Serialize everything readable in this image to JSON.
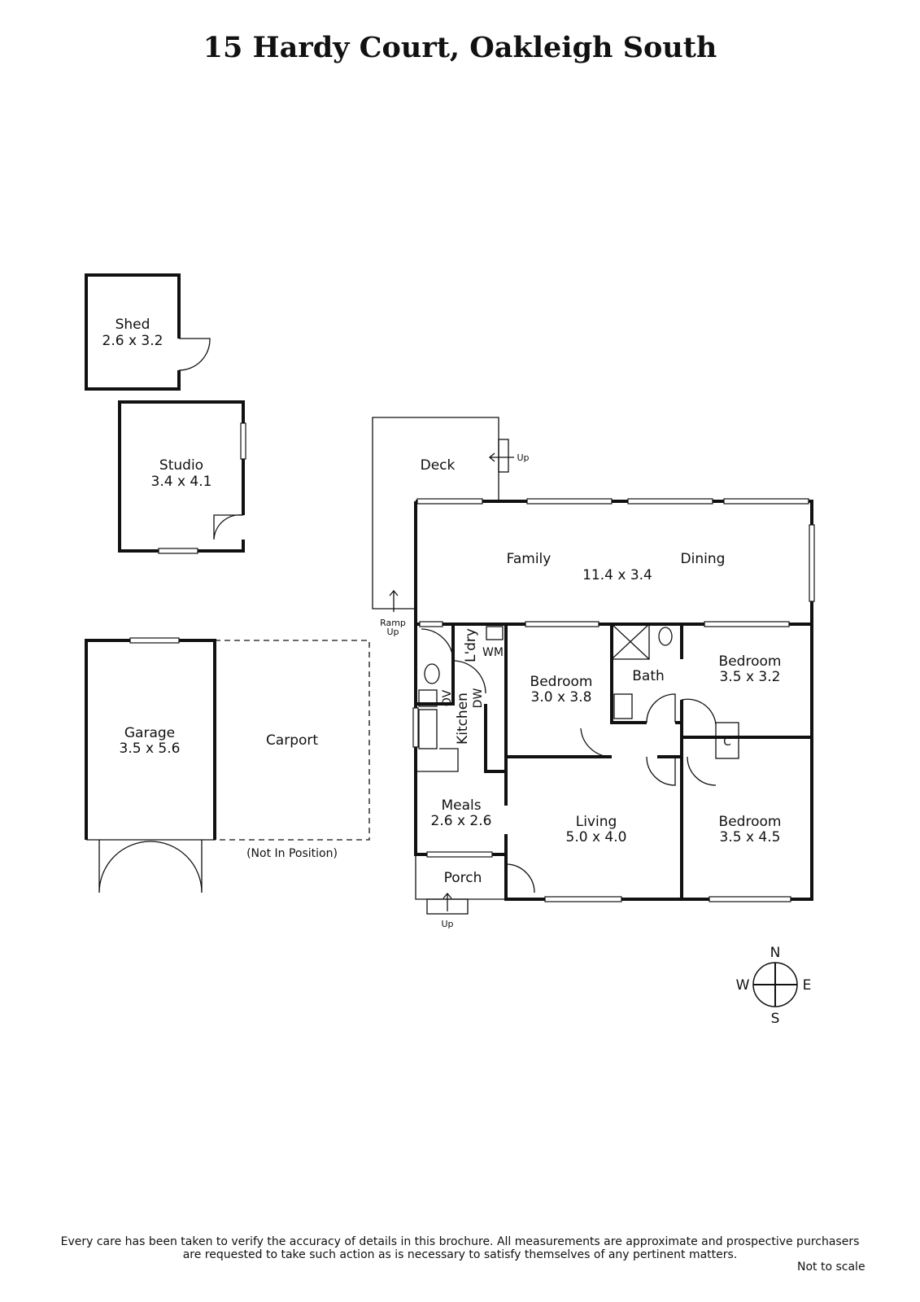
{
  "title": "15 Hardy Court, Oakleigh South",
  "rooms": {
    "shed": {
      "name": "Shed",
      "size": "2.6 x 3.2"
    },
    "studio": {
      "name": "Studio",
      "size": "3.4 x 4.1"
    },
    "garage": {
      "name": "Garage",
      "size": "3.5 x 5.6"
    },
    "carport": {
      "name": "Carport",
      "note": "(Not In Position)"
    },
    "deck": {
      "name": "Deck",
      "up": "Up"
    },
    "family": {
      "name": "Family"
    },
    "dining": {
      "name": "Dining"
    },
    "family_dining_size": "11.4 x 3.4",
    "laundry": {
      "name": "L'dry",
      "wm": "WM"
    },
    "kitchen": {
      "name": "Kitchen",
      "ov": "OV",
      "dw": "DW"
    },
    "bedroom1": {
      "name": "Bedroom",
      "size": "3.0 x 3.8"
    },
    "bath": {
      "name": "Bath"
    },
    "bedroom2": {
      "name": "Bedroom",
      "size": "3.5 x 3.2"
    },
    "bedroom3": {
      "name": "Bedroom",
      "size": "3.5 x 4.5"
    },
    "closet": "C",
    "meals": {
      "name": "Meals",
      "size": "2.6 x 2.6"
    },
    "living": {
      "name": "Living",
      "size": "5.0 x 4.0"
    },
    "porch": {
      "name": "Porch",
      "up": "Up"
    },
    "ramp": {
      "line1": "Ramp",
      "line2": "Up"
    }
  },
  "compass": {
    "n": "N",
    "s": "S",
    "e": "E",
    "w": "W"
  },
  "disclaimer": {
    "line1": "Every care has been taken to verify the accuracy of details in this brochure.  All measurements are approximate and prospective purchasers",
    "line2": "are requested to take such action as is necessary to satisfy themselves of any pertinent matters."
  },
  "not_to_scale": "Not to scale"
}
